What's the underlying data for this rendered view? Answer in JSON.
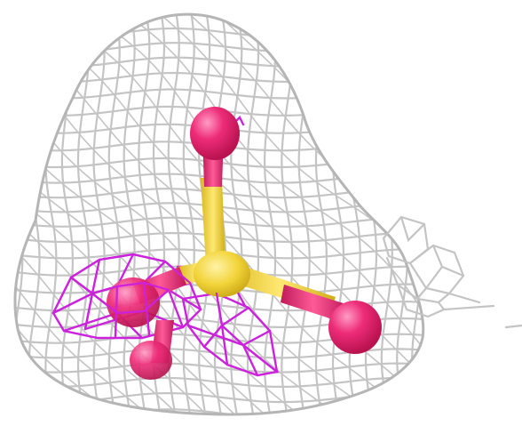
{
  "scene": {
    "background": "#ffffff",
    "colors": {
      "density_mesh": "#c4c4c4",
      "difference_mesh": "#cc22dd",
      "sulfur_bond": "#f2d43a",
      "oxygen_atom": "#e8256e",
      "oxygen_highlight": "#ff7fb0"
    },
    "objects": [
      {
        "name": "electron-density-mesh",
        "color_key": "density_mesh"
      },
      {
        "name": "difference-density-mesh",
        "color_key": "difference_mesh"
      },
      {
        "name": "sulfate-molecule",
        "color_key": "sulfur_bond"
      }
    ]
  }
}
